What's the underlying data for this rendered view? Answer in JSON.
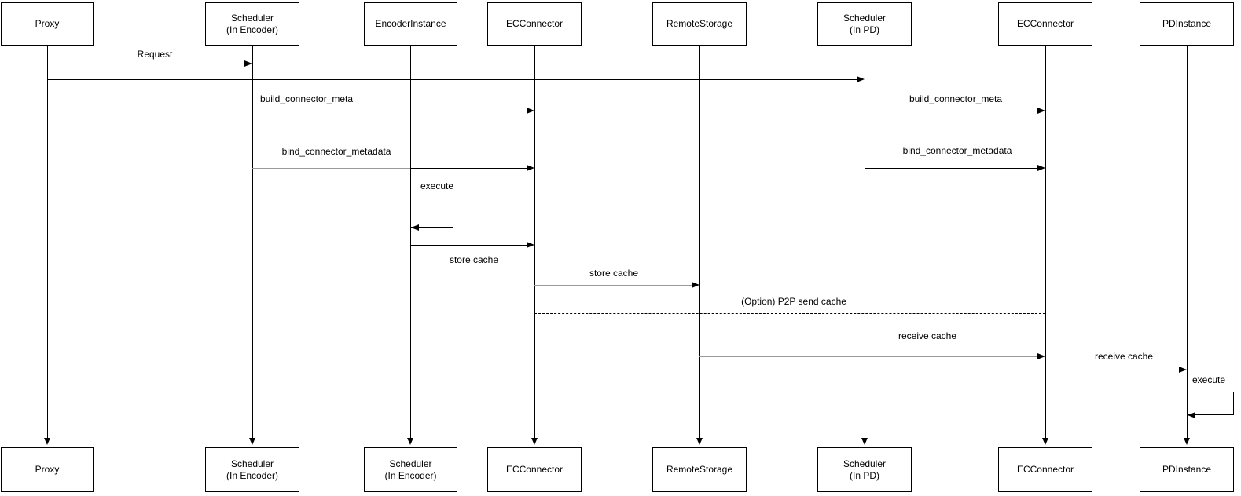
{
  "diagram": {
    "type": "sequence-diagram",
    "colors": {
      "background": "#ffffff",
      "line_black": "#000000",
      "line_gray": "#999999",
      "box_border": "#000000",
      "box_fill": "#ffffff",
      "text": "#000000"
    },
    "actors_top": [
      {
        "label": "Proxy"
      },
      {
        "label": "Scheduler\n(In Encoder)"
      },
      {
        "label": "EncoderInstance"
      },
      {
        "label": "ECConnector"
      },
      {
        "label": "RemoteStorage"
      },
      {
        "label": "Scheduler\n(In PD)"
      },
      {
        "label": "ECConnector"
      },
      {
        "label": "PDInstance"
      }
    ],
    "actors_bottom": [
      {
        "label": "Proxy"
      },
      {
        "label": "Scheduler\n(In Encoder)"
      },
      {
        "label": "Scheduler\n(In Encoder)"
      },
      {
        "label": "ECConnector"
      },
      {
        "label": "RemoteStorage"
      },
      {
        "label": "Scheduler\n(In PD)"
      },
      {
        "label": "ECConnector"
      },
      {
        "label": "PDInstance"
      }
    ],
    "messages": [
      {
        "label": "Request",
        "from": "Proxy",
        "to": "Scheduler (In Encoder)",
        "style": "solid-black"
      },
      {
        "label": "",
        "from": "Proxy",
        "to": "Scheduler (In PD)",
        "style": "solid-black"
      },
      {
        "label": "build_connector_meta",
        "from": "Scheduler (In Encoder)",
        "to": "ECConnector",
        "style": "solid-black"
      },
      {
        "label": "build_connector_meta",
        "from": "Scheduler (In PD)",
        "to": "ECConnector",
        "style": "solid-black"
      },
      {
        "label": "bind_connector_metadata",
        "from": "Scheduler (In Encoder)",
        "to": "ECConnector",
        "style": "solid-gray-black"
      },
      {
        "label": "bind_connector_metadata",
        "from": "Scheduler (In PD)",
        "to": "ECConnector",
        "style": "solid-black"
      },
      {
        "label": "execute",
        "from": "EncoderInstance",
        "to": "EncoderInstance",
        "style": "self-loop"
      },
      {
        "label": "store cache",
        "from": "EncoderInstance",
        "to": "ECConnector",
        "style": "solid-black"
      },
      {
        "label": "store cache",
        "from": "ECConnector",
        "to": "RemoteStorage",
        "style": "solid-gray"
      },
      {
        "label": "(Option) P2P send cache",
        "from": "ECConnector",
        "to": "ECConnector",
        "style": "dashed-black"
      },
      {
        "label": "receive cache",
        "from": "RemoteStorage",
        "to": "ECConnector",
        "style": "solid-gray"
      },
      {
        "label": "receive cache",
        "from": "ECConnector",
        "to": "PDInstance",
        "style": "solid-black"
      },
      {
        "label": "execute",
        "from": "PDInstance",
        "to": "PDInstance",
        "style": "self-loop"
      }
    ]
  }
}
